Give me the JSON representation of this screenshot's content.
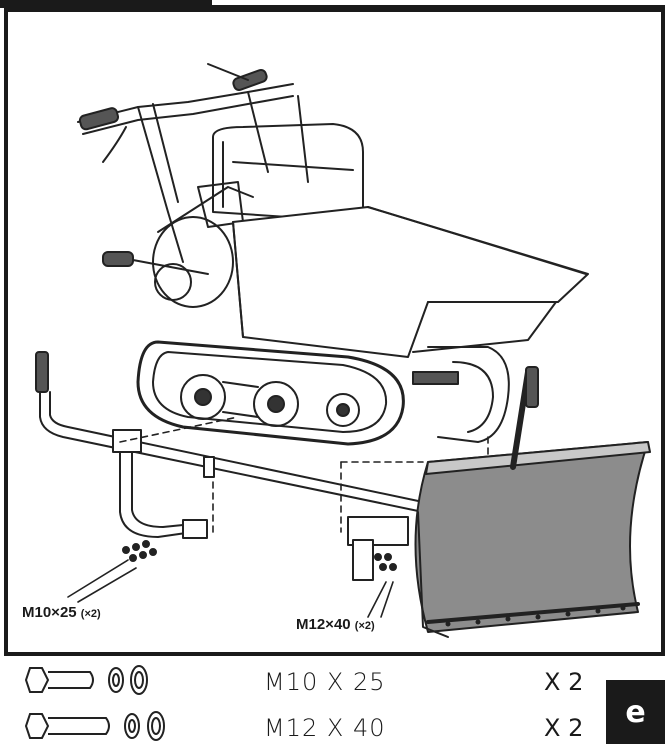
{
  "callouts": {
    "left": {
      "size": "M10×25",
      "qty": "(×2)"
    },
    "right": {
      "size": "M12×40",
      "qty": "(×2)"
    }
  },
  "parts": [
    {
      "size": "M10 X 25",
      "qty": "X 2"
    },
    {
      "size": "M12 X 40",
      "qty": "X 2"
    }
  ],
  "page_badge": "e"
}
